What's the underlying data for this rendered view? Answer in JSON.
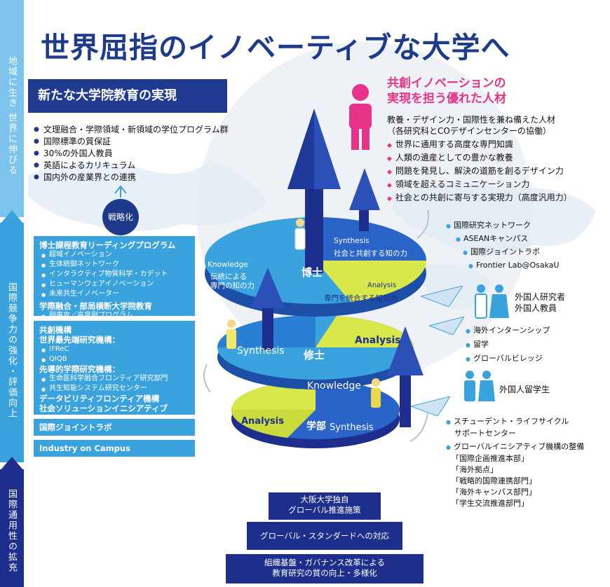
{
  "title": "世界屈指のイノベーティブな大学へ",
  "sidebar": {
    "top": "地域に生き 世界に伸びる",
    "middle": "国際競争力の強化・評価向上",
    "bottom": "国際通用性の拡充"
  },
  "left_header": "新たな大学院教育の実現",
  "left_bullets": [
    "文理融合・学際領域・新領域の学位プログラム群",
    "国際標準の質保証",
    "30%の外国人教員",
    "英語によるカリキュラム",
    "国内外の産業界との連携"
  ],
  "strategy_label": "戦略化",
  "panel1": {
    "h1": "博士課程教育リーディングプログラム",
    "items1": [
      "超域イノベーション",
      "生体統御ネットワーク",
      "インタラクティブ物質科学・カデット",
      "ヒューマンウェアイノベーション",
      "未来共生イノベーター"
    ],
    "h2": "学際融合・部局横断大学院教育",
    "items2": [
      "副専攻／高度副プログラム"
    ]
  },
  "panel2": {
    "h1": "共創機構",
    "h2": "世界最先端研究機構：",
    "items2": [
      "IFReC",
      "QIQB"
    ],
    "h3": "先導的学際研究機構：",
    "items3": [
      "生命医科学融合フロンティア研究部門",
      "共生知能システム研究センター"
    ],
    "h4": "データビリティフロンティア機構",
    "h5": "社会ソリューションイニシアティブ"
  },
  "panel3": "国際ジョイントラボ",
  "panel4": "Industry on Campus",
  "right_header": [
    "共創イノベーションの",
    "実現を担う優れた人材"
  ],
  "right_sub": [
    "教養・デザイン力・国際性を兼ね備えた人材",
    "（各研究科とCOデザインセンターの協働）"
  ],
  "right_list": [
    "世界に通用する高度な専門知識",
    "人類の遺産としての豊かな教養",
    "問題を発見し、解決の道筋を創るデザイン力",
    "領域を超えるコミュニケーション力",
    "社会との共創に寄与する実現力（高度汎用力）"
  ],
  "network": [
    "国際研究ネットワーク",
    "ASEANキャンパス",
    "国際ジョイントラボ",
    "Frontier Lab@OsakaU"
  ],
  "foreign_staff": [
    "外国人研究者",
    "外国人教員"
  ],
  "exchange": [
    "海外インターンシップ",
    "留学",
    "グローバルビレッジ"
  ],
  "foreign_students": "外国人留学生",
  "support": [
    "スチューデント・ライフサイクル",
    "サポートセンター"
  ],
  "global_org": {
    "h": "グローバルイニシアティブ機構の整備",
    "items": [
      "「国際企画推進本部」",
      "「海外拠点」",
      "「戦略的国際連携部門」",
      "「海外キャンパス部門」",
      "「学生交流推進部門」"
    ]
  },
  "spiral": {
    "doctor": "博士",
    "master": "修士",
    "bachelor": "学部",
    "synthesis": "Synthesis",
    "analysis": "Analysis",
    "knowledge": "Knowledge",
    "top_synthesis_note": "社会と共創する知の力",
    "top_knowledge_note": [
      "伝統による",
      "専門の知の力"
    ],
    "top_analysis_note": "専門を統合する知の力"
  },
  "stairs": [
    [
      "大阪大学独自",
      "グローバル推進施策"
    ],
    [
      "グローバル・スタンダードへの対応"
    ],
    [
      "組織基盤・ガバナンス改革による",
      "教育研究の質の向上・多様化"
    ]
  ],
  "colors": {
    "navy": "#1e2e8c",
    "blue": "#3aa3de",
    "lime": "#d8e84a",
    "pink": "#e8338a"
  }
}
